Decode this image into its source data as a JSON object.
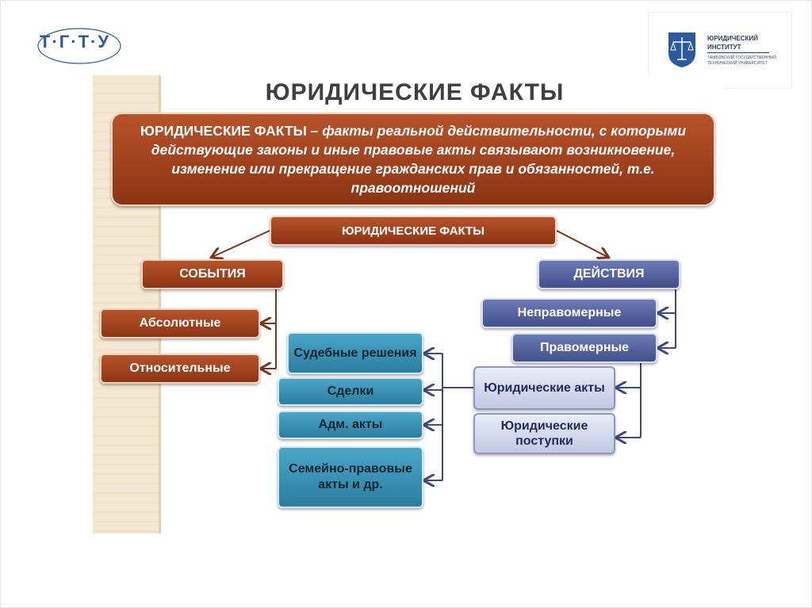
{
  "logos": {
    "tgtu": "Т·Г·Т·У",
    "institute_line1": "ЮРИДИЧЕСКИЙ",
    "institute_line2": "ИНСТИТУТ",
    "institute_sub1": "ТАМБОВСКИЙ ГОСУДАРСТВЕННЫЙ",
    "institute_sub2": "ТЕХНИЧЕСКИЙ УНИВЕРСИТЕТ"
  },
  "diagram": {
    "title": "ЮРИДИЧЕСКИЕ ФАКТЫ",
    "definition_term": "ЮРИДИЧЕСКИЕ ФАКТЫ",
    "definition_text": " – факты реальной действительности, с которыми действующие законы и иные правовые акты связывают возникновение, изменение или прекращение гражданских прав и обязанностей, т.е. правоотношений",
    "root": "ЮРИДИЧЕСКИЕ ФАКТЫ",
    "events": "СОБЫТИЯ",
    "actions": "ДЕЙСТВИЯ",
    "event_types": [
      "Абсолютные",
      "Относительные"
    ],
    "action_types": [
      "Неправомерные",
      "Правомерные"
    ],
    "lawful_types": [
      "Юридические акты",
      "Юридические поступки"
    ],
    "legal_act_types": [
      "Судебные решения",
      "Сделки",
      "Адм. акты",
      "Семейно-правовые акты и др."
    ]
  },
  "colors": {
    "brown": "#9a3f1a",
    "blue": "#4d5c98",
    "lilac": "#d3d7ee",
    "teal": "#3591b4",
    "connector": "#3b4a85"
  }
}
